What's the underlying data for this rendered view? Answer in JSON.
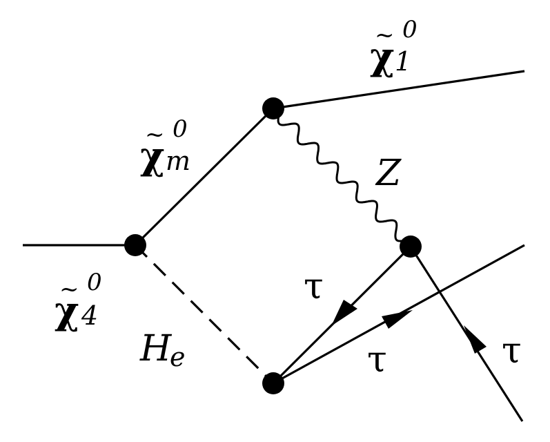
{
  "diagram": {
    "neutralino_symbol": "χ",
    "tilde": "~",
    "chi1": {
      "superscript": "0",
      "subscript": "1"
    },
    "chim": {
      "superscript": "0",
      "subscript": "m"
    },
    "chi4": {
      "superscript": "0",
      "subscript": "4"
    },
    "z_label": "Z",
    "higgs": {
      "symbol": "H",
      "subscript": "e"
    },
    "tau_label": "τ"
  },
  "colors": {
    "ink": "#000000",
    "background": "#ffffff"
  }
}
